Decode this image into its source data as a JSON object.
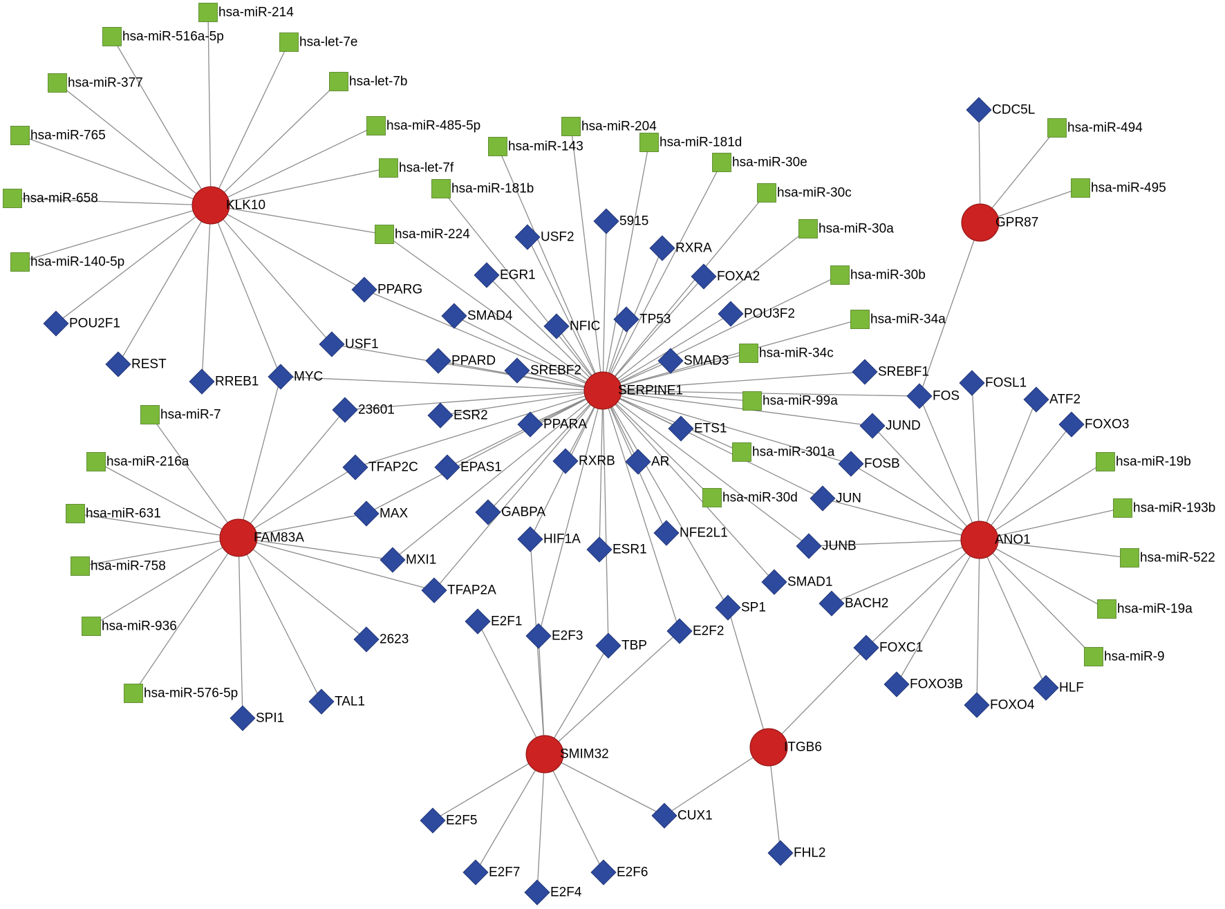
{
  "colors": {
    "hub": "#cc2222",
    "hub_stroke": "#8a1111",
    "tf": "#2e4a9e",
    "tf_stroke": "#1c2f6e",
    "mirna": "#7bb93a",
    "mirna_stroke": "#4e7d1f",
    "edge": "#8c8c8c"
  },
  "legend_shapes": {
    "hub": "circle",
    "tf": "diamond",
    "mirna": "square"
  },
  "hubs": [
    {
      "id": "KLK10",
      "label": "KLK10"
    },
    {
      "id": "SERPINE1",
      "label": "SERPINE1"
    },
    {
      "id": "GPR87",
      "label": "GPR87"
    },
    {
      "id": "FAM83A",
      "label": "FAM83A"
    },
    {
      "id": "ANO1",
      "label": "ANO1"
    },
    {
      "id": "SMIM32",
      "label": "SMIM32"
    },
    {
      "id": "ITGB6",
      "label": "ITGB6"
    }
  ],
  "mirnas": [
    {
      "id": "hsa-miR-214",
      "label": "hsa-miR-214"
    },
    {
      "id": "hsa-miR-516a-5p",
      "label": "hsa-miR-516a-5p"
    },
    {
      "id": "hsa-let-7e",
      "label": "hsa-let-7e"
    },
    {
      "id": "hsa-miR-377",
      "label": "hsa-miR-377"
    },
    {
      "id": "hsa-let-7b",
      "label": "hsa-let-7b"
    },
    {
      "id": "hsa-miR-765",
      "label": "hsa-miR-765"
    },
    {
      "id": "hsa-miR-485-5p",
      "label": "hsa-miR-485-5p"
    },
    {
      "id": "hsa-let-7f",
      "label": "hsa-let-7f"
    },
    {
      "id": "hsa-miR-658",
      "label": "hsa-miR-658"
    },
    {
      "id": "hsa-miR-140-5p",
      "label": "hsa-miR-140-5p"
    },
    {
      "id": "hsa-miR-204",
      "label": "hsa-miR-204"
    },
    {
      "id": "hsa-miR-143",
      "label": "hsa-miR-143"
    },
    {
      "id": "hsa-miR-181d",
      "label": "hsa-miR-181d"
    },
    {
      "id": "hsa-miR-30e",
      "label": "hsa-miR-30e"
    },
    {
      "id": "hsa-miR-181b",
      "label": "hsa-miR-181b"
    },
    {
      "id": "hsa-miR-30c",
      "label": "hsa-miR-30c"
    },
    {
      "id": "hsa-miR-224",
      "label": "hsa-miR-224"
    },
    {
      "id": "hsa-miR-30a",
      "label": "hsa-miR-30a"
    },
    {
      "id": "hsa-miR-30b",
      "label": "hsa-miR-30b"
    },
    {
      "id": "hsa-miR-34a",
      "label": "hsa-miR-34a"
    },
    {
      "id": "hsa-miR-34c",
      "label": "hsa-miR-34c"
    },
    {
      "id": "hsa-miR-99a",
      "label": "hsa-miR-99a"
    },
    {
      "id": "hsa-miR-301a",
      "label": "hsa-miR-301a"
    },
    {
      "id": "hsa-miR-30d",
      "label": "hsa-miR-30d"
    },
    {
      "id": "hsa-miR-494",
      "label": "hsa-miR-494"
    },
    {
      "id": "hsa-miR-495",
      "label": "hsa-miR-495"
    },
    {
      "id": "hsa-miR-7",
      "label": "hsa-miR-7"
    },
    {
      "id": "hsa-miR-216a",
      "label": "hsa-miR-216a"
    },
    {
      "id": "hsa-miR-631",
      "label": "hsa-miR-631"
    },
    {
      "id": "hsa-miR-758",
      "label": "hsa-miR-758"
    },
    {
      "id": "hsa-miR-936",
      "label": "hsa-miR-936"
    },
    {
      "id": "hsa-miR-576-5p",
      "label": "hsa-miR-576-5p"
    },
    {
      "id": "hsa-miR-19b",
      "label": "hsa-miR-19b"
    },
    {
      "id": "hsa-miR-193b",
      "label": "hsa-miR-193b"
    },
    {
      "id": "hsa-miR-522",
      "label": "hsa-miR-522"
    },
    {
      "id": "hsa-miR-19a",
      "label": "hsa-miR-19a"
    },
    {
      "id": "hsa-miR-9",
      "label": "hsa-miR-9"
    }
  ],
  "tfs": [
    {
      "id": "CDC5L",
      "label": "CDC5L"
    },
    {
      "id": "POU2F1",
      "label": "POU2F1"
    },
    {
      "id": "REST",
      "label": "REST"
    },
    {
      "id": "RREB1",
      "label": "RREB1"
    },
    {
      "id": "MYC",
      "label": "MYC"
    },
    {
      "id": "USF1",
      "label": "USF1"
    },
    {
      "id": "PPARG",
      "label": "PPARG"
    },
    {
      "id": "SMAD4",
      "label": "SMAD4"
    },
    {
      "id": "EGR1",
      "label": "EGR1"
    },
    {
      "id": "USF2",
      "label": "USF2"
    },
    {
      "id": "5915",
      "label": "5915"
    },
    {
      "id": "RXRA",
      "label": "RXRA"
    },
    {
      "id": "FOXA2",
      "label": "FOXA2"
    },
    {
      "id": "NFIC",
      "label": "NFIC"
    },
    {
      "id": "TP53",
      "label": "TP53"
    },
    {
      "id": "POU3F2",
      "label": "POU3F2"
    },
    {
      "id": "PPARD",
      "label": "PPARD"
    },
    {
      "id": "SREBF2",
      "label": "SREBF2"
    },
    {
      "id": "SMAD3",
      "label": "SMAD3"
    },
    {
      "id": "SREBF1",
      "label": "SREBF1"
    },
    {
      "id": "FOS",
      "label": "FOS"
    },
    {
      "id": "FOSL1",
      "label": "FOSL1"
    },
    {
      "id": "ATF2",
      "label": "ATF2"
    },
    {
      "id": "FOXO3",
      "label": "FOXO3"
    },
    {
      "id": "23601",
      "label": "23601"
    },
    {
      "id": "ESR2",
      "label": "ESR2"
    },
    {
      "id": "PPARA",
      "label": "PPARA"
    },
    {
      "id": "ETS1",
      "label": "ETS1"
    },
    {
      "id": "JUND",
      "label": "JUND"
    },
    {
      "id": "TFAP2C",
      "label": "TFAP2C"
    },
    {
      "id": "EPAS1",
      "label": "EPAS1"
    },
    {
      "id": "RXRB",
      "label": "RXRB"
    },
    {
      "id": "AR",
      "label": "AR"
    },
    {
      "id": "FOSB",
      "label": "FOSB"
    },
    {
      "id": "JUN",
      "label": "JUN"
    },
    {
      "id": "MAX",
      "label": "MAX"
    },
    {
      "id": "GABPA",
      "label": "GABPA"
    },
    {
      "id": "HIF1A",
      "label": "HIF1A"
    },
    {
      "id": "NFE2L1",
      "label": "NFE2L1"
    },
    {
      "id": "JUNB",
      "label": "JUNB"
    },
    {
      "id": "MXI1",
      "label": "MXI1"
    },
    {
      "id": "ESR1",
      "label": "ESR1"
    },
    {
      "id": "TFAP2A",
      "label": "TFAP2A"
    },
    {
      "id": "SMAD1",
      "label": "SMAD1"
    },
    {
      "id": "BACH2",
      "label": "BACH2"
    },
    {
      "id": "SP1",
      "label": "SP1"
    },
    {
      "id": "E2F1",
      "label": "E2F1"
    },
    {
      "id": "E2F3",
      "label": "E2F3"
    },
    {
      "id": "E2F2",
      "label": "E2F2"
    },
    {
      "id": "TBP",
      "label": "TBP"
    },
    {
      "id": "2623",
      "label": "2623"
    },
    {
      "id": "FOXC1",
      "label": "FOXC1"
    },
    {
      "id": "FOXO3B",
      "label": "FOXO3B"
    },
    {
      "id": "HLF",
      "label": "HLF"
    },
    {
      "id": "FOXO4",
      "label": "FOXO4"
    },
    {
      "id": "TAL1",
      "label": "TAL1"
    },
    {
      "id": "SPI1",
      "label": "SPI1"
    },
    {
      "id": "CUX1",
      "label": "CUX1"
    },
    {
      "id": "E2F5",
      "label": "E2F5"
    },
    {
      "id": "E2F7",
      "label": "E2F7"
    },
    {
      "id": "E2F6",
      "label": "E2F6"
    },
    {
      "id": "E2F4",
      "label": "E2F4"
    },
    {
      "id": "FHL2",
      "label": "FHL2"
    }
  ],
  "edges": [
    [
      "KLK10",
      "hsa-miR-214"
    ],
    [
      "KLK10",
      "hsa-miR-516a-5p"
    ],
    [
      "KLK10",
      "hsa-let-7e"
    ],
    [
      "KLK10",
      "hsa-miR-377"
    ],
    [
      "KLK10",
      "hsa-let-7b"
    ],
    [
      "KLK10",
      "hsa-miR-765"
    ],
    [
      "KLK10",
      "hsa-miR-485-5p"
    ],
    [
      "KLK10",
      "hsa-let-7f"
    ],
    [
      "KLK10",
      "hsa-miR-658"
    ],
    [
      "KLK10",
      "hsa-miR-140-5p"
    ],
    [
      "KLK10",
      "hsa-miR-224"
    ],
    [
      "KLK10",
      "POU2F1"
    ],
    [
      "KLK10",
      "REST"
    ],
    [
      "KLK10",
      "RREB1"
    ],
    [
      "KLK10",
      "MYC"
    ],
    [
      "KLK10",
      "USF1"
    ],
    [
      "KLK10",
      "PPARG"
    ],
    [
      "SERPINE1",
      "hsa-miR-204"
    ],
    [
      "SERPINE1",
      "hsa-miR-143"
    ],
    [
      "SERPINE1",
      "hsa-miR-181d"
    ],
    [
      "SERPINE1",
      "hsa-miR-30e"
    ],
    [
      "SERPINE1",
      "hsa-miR-181b"
    ],
    [
      "SERPINE1",
      "hsa-miR-30c"
    ],
    [
      "SERPINE1",
      "hsa-miR-224"
    ],
    [
      "SERPINE1",
      "hsa-miR-30a"
    ],
    [
      "SERPINE1",
      "hsa-miR-30b"
    ],
    [
      "SERPINE1",
      "hsa-miR-34a"
    ],
    [
      "SERPINE1",
      "hsa-miR-34c"
    ],
    [
      "SERPINE1",
      "hsa-miR-99a"
    ],
    [
      "SERPINE1",
      "hsa-miR-301a"
    ],
    [
      "SERPINE1",
      "hsa-miR-30d"
    ],
    [
      "SERPINE1",
      "USF2"
    ],
    [
      "SERPINE1",
      "5915"
    ],
    [
      "SERPINE1",
      "RXRA"
    ],
    [
      "SERPINE1",
      "FOXA2"
    ],
    [
      "SERPINE1",
      "EGR1"
    ],
    [
      "SERPINE1",
      "PPARG"
    ],
    [
      "SERPINE1",
      "SMAD4"
    ],
    [
      "SERPINE1",
      "NFIC"
    ],
    [
      "SERPINE1",
      "TP53"
    ],
    [
      "SERPINE1",
      "POU3F2"
    ],
    [
      "SERPINE1",
      "USF1"
    ],
    [
      "SERPINE1",
      "PPARD"
    ],
    [
      "SERPINE1",
      "SREBF2"
    ],
    [
      "SERPINE1",
      "SMAD3"
    ],
    [
      "SERPINE1",
      "SREBF1"
    ],
    [
      "SERPINE1",
      "MYC"
    ],
    [
      "SERPINE1",
      "FOS"
    ],
    [
      "SERPINE1",
      "23601"
    ],
    [
      "SERPINE1",
      "ESR2"
    ],
    [
      "SERPINE1",
      "PPARA"
    ],
    [
      "SERPINE1",
      "ETS1"
    ],
    [
      "SERPINE1",
      "JUND"
    ],
    [
      "SERPINE1",
      "EPAS1"
    ],
    [
      "SERPINE1",
      "RXRB"
    ],
    [
      "SERPINE1",
      "AR"
    ],
    [
      "SERPINE1",
      "FOSB"
    ],
    [
      "SERPINE1",
      "JUN"
    ],
    [
      "SERPINE1",
      "GABPA"
    ],
    [
      "SERPINE1",
      "HIF1A"
    ],
    [
      "SERPINE1",
      "NFE2L1"
    ],
    [
      "SERPINE1",
      "JUNB"
    ],
    [
      "SERPINE1",
      "ESR1"
    ],
    [
      "SERPINE1",
      "SMAD1"
    ],
    [
      "SERPINE1",
      "SP1"
    ],
    [
      "SERPINE1",
      "E2F3"
    ],
    [
      "SERPINE1",
      "TBP"
    ],
    [
      "SERPINE1",
      "E2F2"
    ],
    [
      "SERPINE1",
      "TFAP2A"
    ],
    [
      "SERPINE1",
      "MXI1"
    ],
    [
      "SERPINE1",
      "MAX"
    ],
    [
      "SERPINE1",
      "TFAP2C"
    ],
    [
      "GPR87",
      "CDC5L"
    ],
    [
      "GPR87",
      "hsa-miR-494"
    ],
    [
      "GPR87",
      "hsa-miR-495"
    ],
    [
      "GPR87",
      "FOS"
    ],
    [
      "FAM83A",
      "hsa-miR-7"
    ],
    [
      "FAM83A",
      "hsa-miR-216a"
    ],
    [
      "FAM83A",
      "hsa-miR-631"
    ],
    [
      "FAM83A",
      "hsa-miR-758"
    ],
    [
      "FAM83A",
      "hsa-miR-936"
    ],
    [
      "FAM83A",
      "hsa-miR-576-5p"
    ],
    [
      "FAM83A",
      "MYC"
    ],
    [
      "FAM83A",
      "23601"
    ],
    [
      "FAM83A",
      "TFAP2C"
    ],
    [
      "FAM83A",
      "MAX"
    ],
    [
      "FAM83A",
      "MXI1"
    ],
    [
      "FAM83A",
      "TFAP2A"
    ],
    [
      "FAM83A",
      "2623"
    ],
    [
      "FAM83A",
      "TAL1"
    ],
    [
      "FAM83A",
      "SPI1"
    ],
    [
      "ANO1",
      "FOS"
    ],
    [
      "ANO1",
      "FOSL1"
    ],
    [
      "ANO1",
      "ATF2"
    ],
    [
      "ANO1",
      "FOXO3"
    ],
    [
      "ANO1",
      "JUND"
    ],
    [
      "ANO1",
      "FOSB"
    ],
    [
      "ANO1",
      "JUN"
    ],
    [
      "ANO1",
      "JUNB"
    ],
    [
      "ANO1",
      "BACH2"
    ],
    [
      "ANO1",
      "hsa-miR-19b"
    ],
    [
      "ANO1",
      "hsa-miR-193b"
    ],
    [
      "ANO1",
      "hsa-miR-522"
    ],
    [
      "ANO1",
      "hsa-miR-19a"
    ],
    [
      "ANO1",
      "hsa-miR-9"
    ],
    [
      "ANO1",
      "FOXC1"
    ],
    [
      "ANO1",
      "FOXO3B"
    ],
    [
      "ANO1",
      "HLF"
    ],
    [
      "ANO1",
      "FOXO4"
    ],
    [
      "SMIM32",
      "E2F1"
    ],
    [
      "SMIM32",
      "E2F3"
    ],
    [
      "SMIM32",
      "TBP"
    ],
    [
      "SMIM32",
      "E2F2"
    ],
    [
      "SMIM32",
      "CUX1"
    ],
    [
      "SMIM32",
      "E2F5"
    ],
    [
      "SMIM32",
      "E2F7"
    ],
    [
      "SMIM32",
      "E2F4"
    ],
    [
      "SMIM32",
      "E2F6"
    ],
    [
      "SMIM32",
      "HIF1A"
    ],
    [
      "ITGB6",
      "SP1"
    ],
    [
      "ITGB6",
      "FOXC1"
    ],
    [
      "ITGB6",
      "CUX1"
    ],
    [
      "ITGB6",
      "FHL2"
    ]
  ]
}
